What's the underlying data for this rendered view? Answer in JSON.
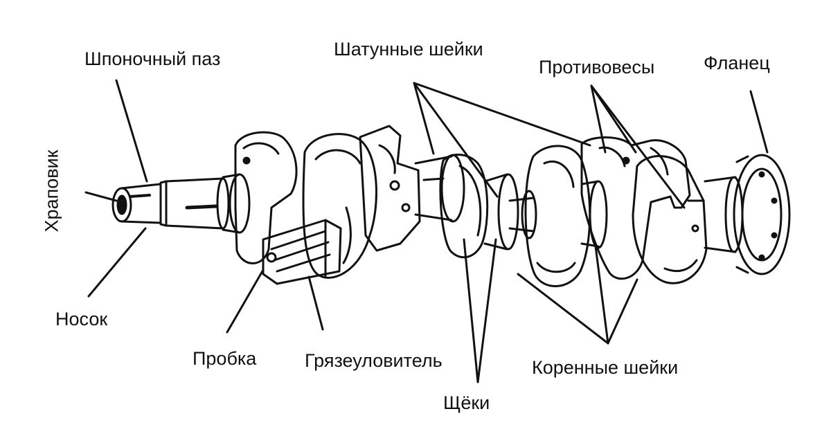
{
  "labels": {
    "keyway": "Шпоночный паз",
    "rod_journals": "Шатунные шейки",
    "counterweights": "Противовесы",
    "flange": "Фланец",
    "ratchet": "Храповик",
    "nose": "Носок",
    "plug": "Пробка",
    "dirt_trap": "Грязеуловитель",
    "main_journals": "Коренные шейки",
    "webs": "Щёки"
  },
  "colors": {
    "ink": "#111111",
    "background": "#ffffff"
  }
}
